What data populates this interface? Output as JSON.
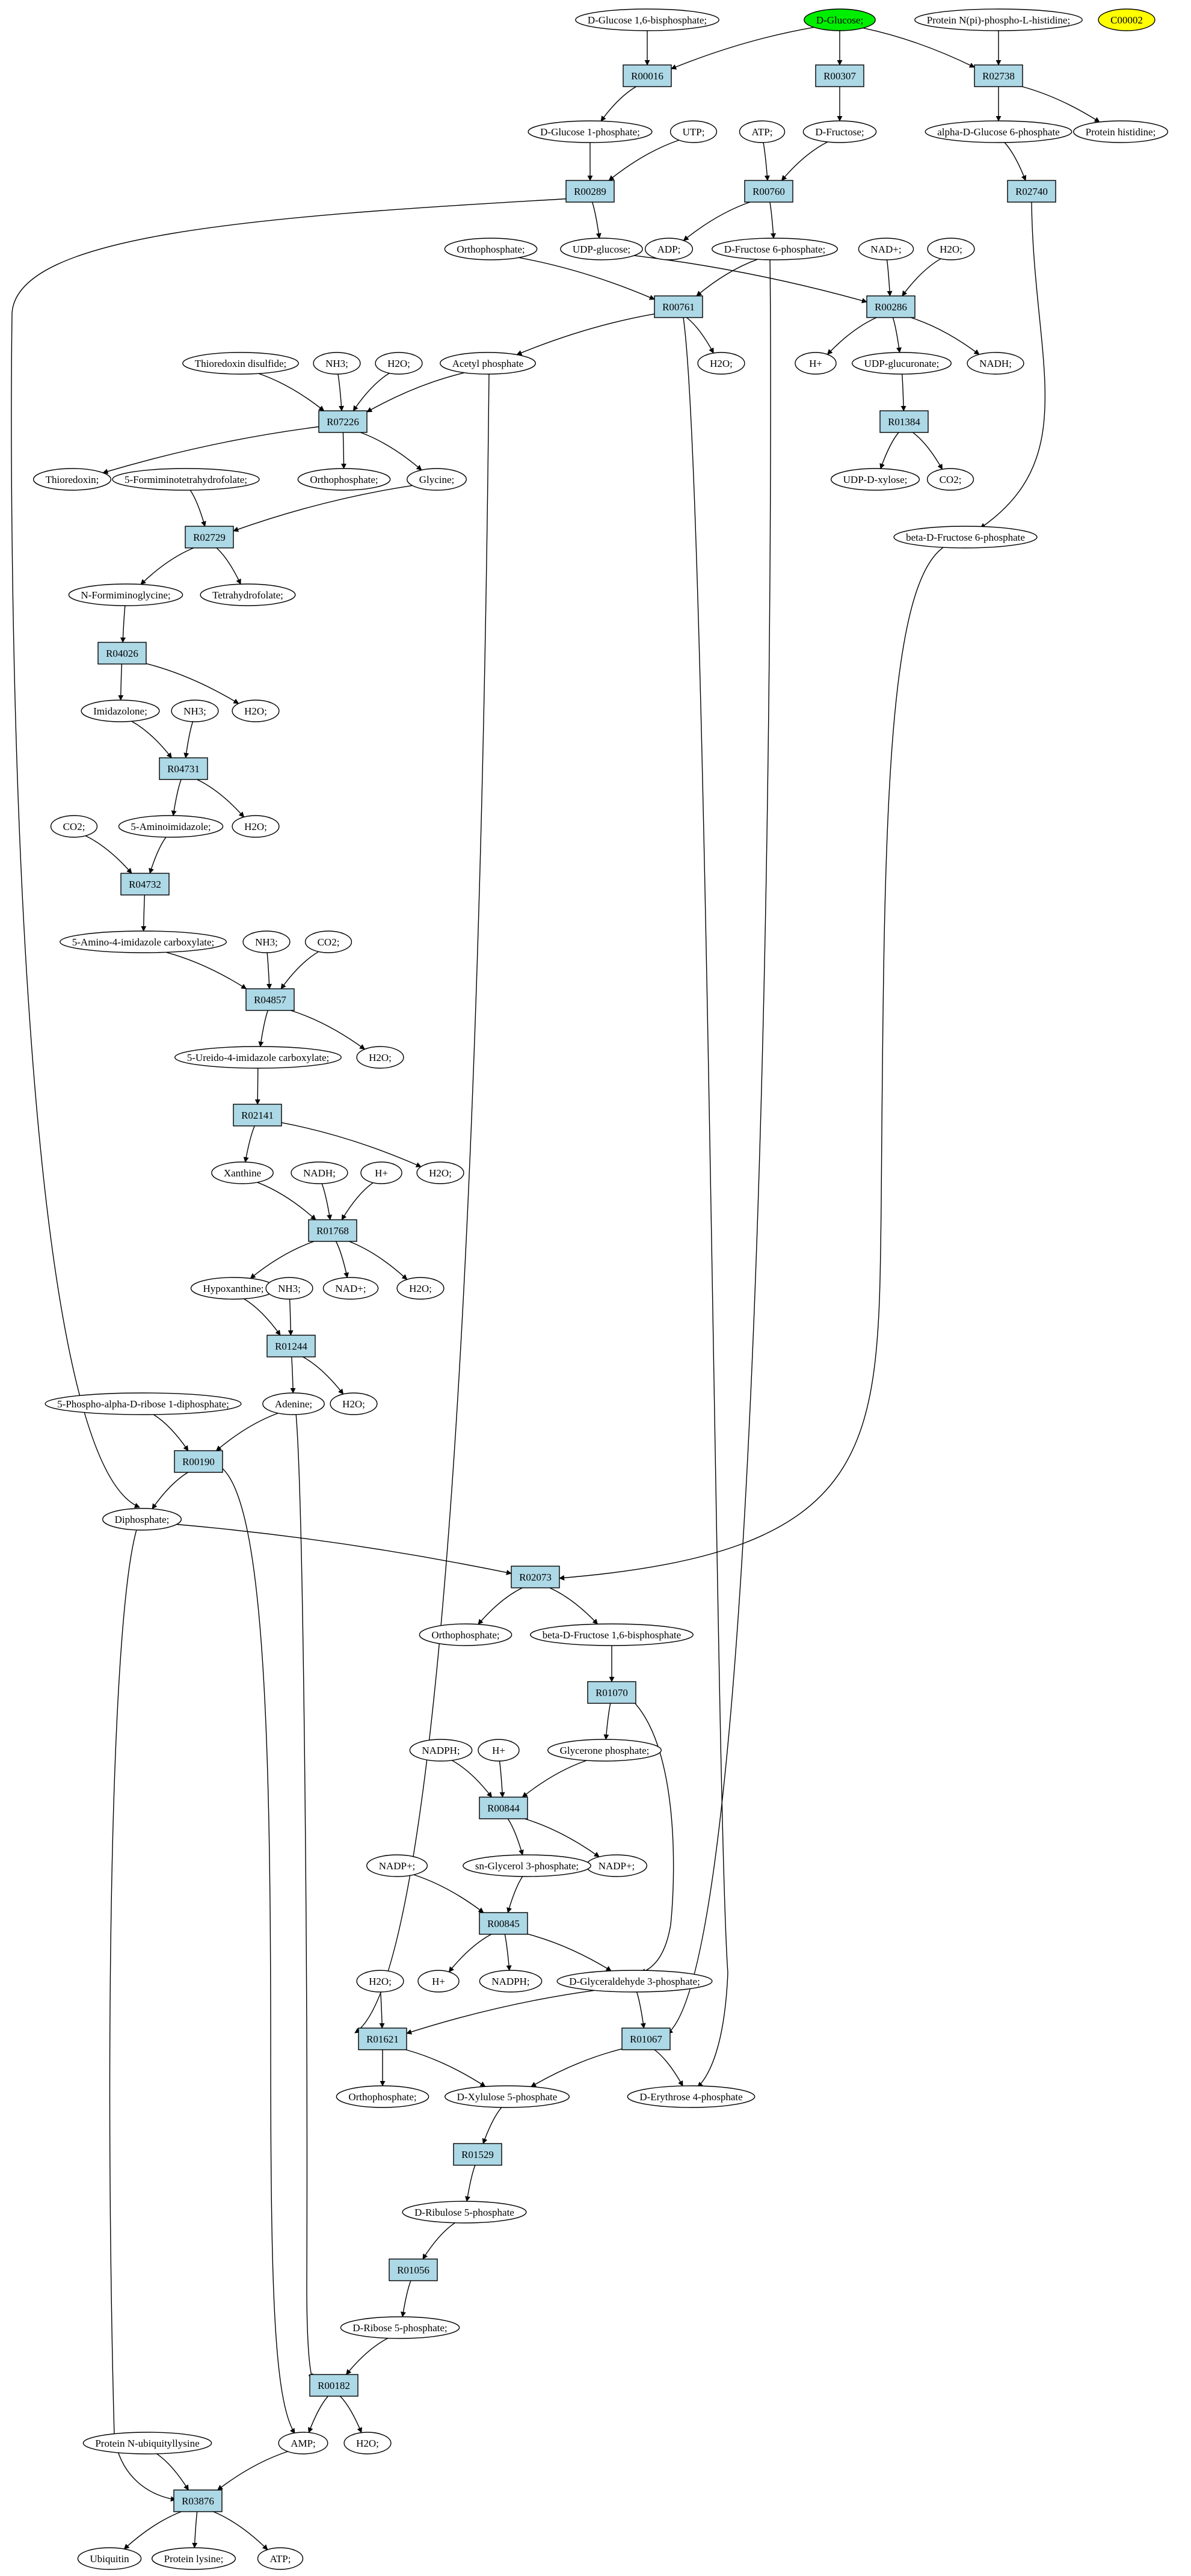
{
  "colors": {
    "reaction_fill": "#add8e6",
    "highlight_start": "#00ee00",
    "highlight_isolated": "#ffff00",
    "compound_fill": "#ffffff",
    "stroke": "#000000"
  },
  "nodes": [
    {
      "id": "c_glc16bp",
      "kind": "compound",
      "label": "D-Glucose 1,6-bisphosphate;"
    },
    {
      "id": "c_glucose",
      "kind": "compound",
      "label": "D-Glucose;",
      "fill": "#00ee00"
    },
    {
      "id": "c_npphis",
      "kind": "compound",
      "label": "Protein N(pi)-phospho-L-histidine;"
    },
    {
      "id": "c_c00002",
      "kind": "compound",
      "label": "C00002",
      "fill": "#ffff00"
    },
    {
      "id": "r_R00016",
      "kind": "reaction",
      "label": "R00016"
    },
    {
      "id": "r_R00307",
      "kind": "reaction",
      "label": "R00307"
    },
    {
      "id": "r_R02738",
      "kind": "reaction",
      "label": "R02738"
    },
    {
      "id": "c_g1p",
      "kind": "compound",
      "label": "D-Glucose 1-phosphate;"
    },
    {
      "id": "c_utp",
      "kind": "compound",
      "label": "UTP;"
    },
    {
      "id": "c_atp1",
      "kind": "compound",
      "label": "ATP;"
    },
    {
      "id": "c_fructose",
      "kind": "compound",
      "label": "D-Fructose;"
    },
    {
      "id": "c_ag6p",
      "kind": "compound",
      "label": "alpha-D-Glucose 6-phosphate"
    },
    {
      "id": "c_prothis",
      "kind": "compound",
      "label": "Protein histidine;"
    },
    {
      "id": "r_R00289",
      "kind": "reaction",
      "label": "R00289"
    },
    {
      "id": "r_R00760",
      "kind": "reaction",
      "label": "R00760"
    },
    {
      "id": "r_R02740",
      "kind": "reaction",
      "label": "R02740"
    },
    {
      "id": "c_ortho1",
      "kind": "compound",
      "label": "Orthophosphate;"
    },
    {
      "id": "c_udpglc",
      "kind": "compound",
      "label": "UDP-glucose;"
    },
    {
      "id": "c_adp",
      "kind": "compound",
      "label": "ADP;"
    },
    {
      "id": "c_f6p",
      "kind": "compound",
      "label": "D-Fructose 6-phosphate;"
    },
    {
      "id": "c_nadp1",
      "kind": "compound",
      "label": "NAD+;"
    },
    {
      "id": "c_h2o1",
      "kind": "compound",
      "label": "H2O;"
    },
    {
      "id": "r_R00761",
      "kind": "reaction",
      "label": "R00761"
    },
    {
      "id": "r_R00286",
      "kind": "reaction",
      "label": "R00286"
    },
    {
      "id": "c_trx_ss",
      "kind": "compound",
      "label": "Thioredoxin disulfide;"
    },
    {
      "id": "c_nh3a",
      "kind": "compound",
      "label": "NH3;"
    },
    {
      "id": "c_h2o2",
      "kind": "compound",
      "label": "H2O;"
    },
    {
      "id": "c_acp",
      "kind": "compound",
      "label": "Acetyl phosphate"
    },
    {
      "id": "c_h2o3",
      "kind": "compound",
      "label": "H2O;"
    },
    {
      "id": "c_hplus1",
      "kind": "compound",
      "label": "H+"
    },
    {
      "id": "c_udpglcur",
      "kind": "compound",
      "label": "UDP-glucuronate;"
    },
    {
      "id": "c_nadh1",
      "kind": "compound",
      "label": "NADH;"
    },
    {
      "id": "r_R07226",
      "kind": "reaction",
      "label": "R07226"
    },
    {
      "id": "r_R01384",
      "kind": "reaction",
      "label": "R01384"
    },
    {
      "id": "c_trx",
      "kind": "compound",
      "label": "Thioredoxin;"
    },
    {
      "id": "c_5fthf",
      "kind": "compound",
      "label": "5-Formiminotetrahydrofolate;"
    },
    {
      "id": "c_ortho2",
      "kind": "compound",
      "label": "Orthophosphate;"
    },
    {
      "id": "c_gly",
      "kind": "compound",
      "label": "Glycine;"
    },
    {
      "id": "c_udpxyl",
      "kind": "compound",
      "label": "UDP-D-xylose;"
    },
    {
      "id": "c_co2a",
      "kind": "compound",
      "label": "CO2;"
    },
    {
      "id": "r_R02729",
      "kind": "reaction",
      "label": "R02729"
    },
    {
      "id": "c_bf6p",
      "kind": "compound",
      "label": "beta-D-Fructose 6-phosphate"
    },
    {
      "id": "c_nfgly",
      "kind": "compound",
      "label": "N-Formiminoglycine;"
    },
    {
      "id": "c_thf",
      "kind": "compound",
      "label": "Tetrahydrofolate;"
    },
    {
      "id": "r_R04026",
      "kind": "reaction",
      "label": "R04026"
    },
    {
      "id": "c_imid",
      "kind": "compound",
      "label": "Imidazolone;"
    },
    {
      "id": "c_nh3b",
      "kind": "compound",
      "label": "NH3;"
    },
    {
      "id": "c_h2o4",
      "kind": "compound",
      "label": "H2O;"
    },
    {
      "id": "r_R04731",
      "kind": "reaction",
      "label": "R04731"
    },
    {
      "id": "c_5ai",
      "kind": "compound",
      "label": "5-Aminoimidazole;"
    },
    {
      "id": "c_h2o5",
      "kind": "compound",
      "label": "H2O;"
    },
    {
      "id": "c_co2b",
      "kind": "compound",
      "label": "CO2;"
    },
    {
      "id": "r_R04732",
      "kind": "reaction",
      "label": "R04732"
    },
    {
      "id": "c_5a4ic",
      "kind": "compound",
      "label": "5-Amino-4-imidazole carboxylate;"
    },
    {
      "id": "c_nh3c",
      "kind": "compound",
      "label": "NH3;"
    },
    {
      "id": "c_co2c",
      "kind": "compound",
      "label": "CO2;"
    },
    {
      "id": "r_R04857",
      "kind": "reaction",
      "label": "R04857"
    },
    {
      "id": "c_5u4ic",
      "kind": "compound",
      "label": "5-Ureido-4-imidazole carboxylate;"
    },
    {
      "id": "c_h2o6",
      "kind": "compound",
      "label": "H2O;"
    },
    {
      "id": "r_R02141",
      "kind": "reaction",
      "label": "R02141"
    },
    {
      "id": "c_xan",
      "kind": "compound",
      "label": "Xanthine"
    },
    {
      "id": "c_nadh2",
      "kind": "compound",
      "label": "NADH;"
    },
    {
      "id": "c_hplus2",
      "kind": "compound",
      "label": "H+"
    },
    {
      "id": "c_h2o7",
      "kind": "compound",
      "label": "H2O;"
    },
    {
      "id": "r_R01768",
      "kind": "reaction",
      "label": "R01768"
    },
    {
      "id": "c_hypox",
      "kind": "compound",
      "label": "Hypoxanthine;"
    },
    {
      "id": "c_nadp2",
      "kind": "compound",
      "label": "NAD+;"
    },
    {
      "id": "c_h2o8",
      "kind": "compound",
      "label": "H2O;"
    },
    {
      "id": "c_nh3d",
      "kind": "compound",
      "label": "NH3;"
    },
    {
      "id": "r_R01244",
      "kind": "reaction",
      "label": "R01244"
    },
    {
      "id": "c_prpp",
      "kind": "compound",
      "label": "5-Phospho-alpha-D-ribose 1-diphosphate;"
    },
    {
      "id": "c_ade",
      "kind": "compound",
      "label": "Adenine;"
    },
    {
      "id": "c_h2o9",
      "kind": "compound",
      "label": "H2O;"
    },
    {
      "id": "r_R00190",
      "kind": "reaction",
      "label": "R00190"
    },
    {
      "id": "c_ppi",
      "kind": "compound",
      "label": "Diphosphate;"
    },
    {
      "id": "r_R02073",
      "kind": "reaction",
      "label": "R02073"
    },
    {
      "id": "c_ortho3",
      "kind": "compound",
      "label": "Orthophosphate;"
    },
    {
      "id": "c_bf16bp",
      "kind": "compound",
      "label": "beta-D-Fructose 1,6-bisphosphate"
    },
    {
      "id": "r_R01070",
      "kind": "reaction",
      "label": "R01070"
    },
    {
      "id": "c_nadph1",
      "kind": "compound",
      "label": "NADPH;"
    },
    {
      "id": "c_hplus3",
      "kind": "compound",
      "label": "H+"
    },
    {
      "id": "c_dhap",
      "kind": "compound",
      "label": "Glycerone phosphate;"
    },
    {
      "id": "r_R00844",
      "kind": "reaction",
      "label": "R00844"
    },
    {
      "id": "c_nadpp1",
      "kind": "compound",
      "label": "NADP+;"
    },
    {
      "id": "c_g3p",
      "kind": "compound",
      "label": "sn-Glycerol 3-phosphate;"
    },
    {
      "id": "c_nadpp2",
      "kind": "compound",
      "label": "NADP+;"
    },
    {
      "id": "r_R00845",
      "kind": "reaction",
      "label": "R00845"
    },
    {
      "id": "c_hplus4",
      "kind": "compound",
      "label": "H+"
    },
    {
      "id": "c_nadph2",
      "kind": "compound",
      "label": "NADPH;"
    },
    {
      "id": "c_gap",
      "kind": "compound",
      "label": "D-Glyceraldehyde 3-phosphate;"
    },
    {
      "id": "c_h2o10",
      "kind": "compound",
      "label": "H2O;"
    },
    {
      "id": "r_R01621",
      "kind": "reaction",
      "label": "R01621"
    },
    {
      "id": "r_R01067",
      "kind": "reaction",
      "label": "R01067"
    },
    {
      "id": "c_ortho4",
      "kind": "compound",
      "label": "Orthophosphate;"
    },
    {
      "id": "c_xu5p",
      "kind": "compound",
      "label": "D-Xylulose 5-phosphate"
    },
    {
      "id": "c_e4p",
      "kind": "compound",
      "label": "D-Erythrose 4-phosphate"
    },
    {
      "id": "r_R01529",
      "kind": "reaction",
      "label": "R01529"
    },
    {
      "id": "c_ru5p",
      "kind": "compound",
      "label": "D-Ribulose 5-phosphate"
    },
    {
      "id": "r_R01056",
      "kind": "reaction",
      "label": "R01056"
    },
    {
      "id": "c_r5p",
      "kind": "compound",
      "label": "D-Ribose 5-phosphate;"
    },
    {
      "id": "r_R00182",
      "kind": "reaction",
      "label": "R00182"
    },
    {
      "id": "c_amp",
      "kind": "compound",
      "label": "AMP;"
    },
    {
      "id": "c_h2o11",
      "kind": "compound",
      "label": "H2O;"
    },
    {
      "id": "c_protub",
      "kind": "compound",
      "label": "Protein N-ubiquityllysine"
    },
    {
      "id": "r_R03876",
      "kind": "reaction",
      "label": "R03876"
    },
    {
      "id": "c_ubq",
      "kind": "compound",
      "label": "Ubiquitin"
    },
    {
      "id": "c_protlys",
      "kind": "compound",
      "label": "Protein lysine;"
    },
    {
      "id": "c_atp2",
      "kind": "compound",
      "label": "ATP;"
    }
  ]
}
